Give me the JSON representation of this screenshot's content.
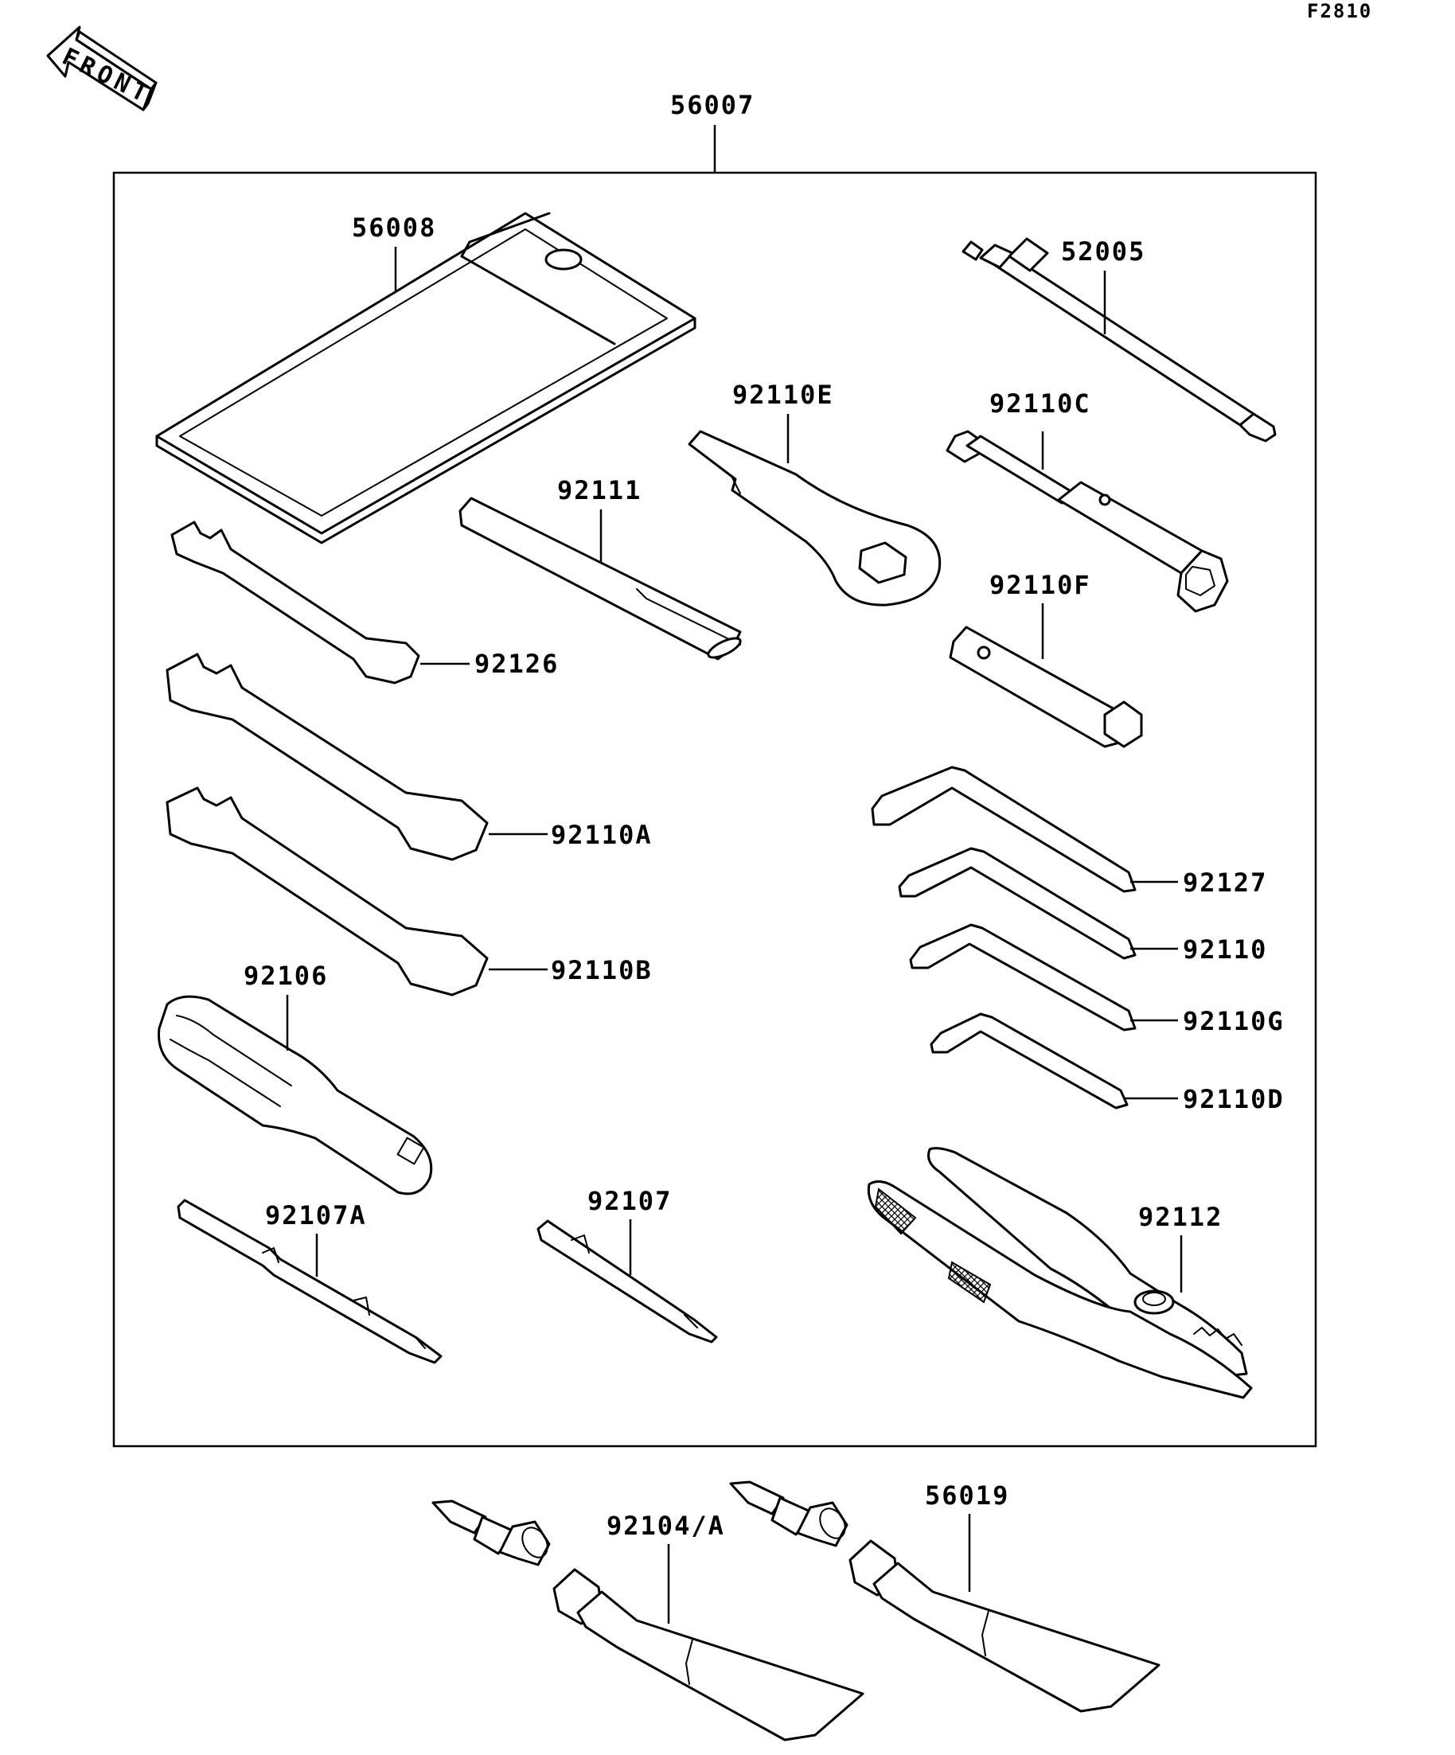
{
  "figure_code": "F2810",
  "front_label": "FRONT",
  "parts": {
    "kit": "56007",
    "pouch": "56008",
    "tool_52005": "52005",
    "box_wrench": "92110E",
    "socket_wrench": "92110C",
    "handle_bar": "92111",
    "spark_plug_wrench": "92110F",
    "small_open_wrench": "92126",
    "open_wrench_a": "92110A",
    "open_wrench_b": "92110B",
    "hex_key_1": "92127",
    "hex_key_2": "92110",
    "hex_key_3": "92110G",
    "hex_key_4": "92110D",
    "screwdriver_grip": "92106",
    "double_bit": "92107A",
    "bit": "92107",
    "pliers": "92112",
    "grease_tube_1": "92104/A",
    "grease_tube_2": "56019"
  }
}
